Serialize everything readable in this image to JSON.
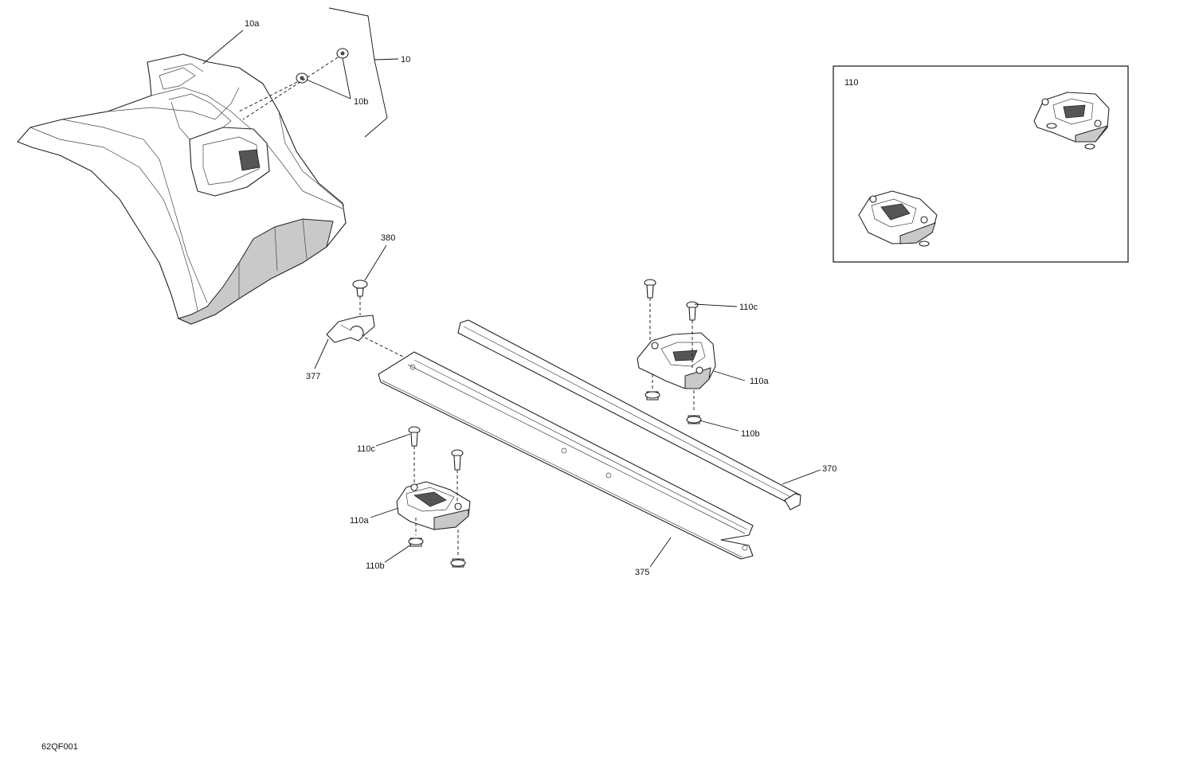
{
  "drawing_code": "62QF001",
  "callouts": {
    "c10": "10",
    "c10a": "10a",
    "c10b": "10b",
    "c110_inset": "110",
    "c110a_right": "110a",
    "c110b_right": "110b",
    "c110c_right": "110c",
    "c110a_left": "110a",
    "c110b_left": "110b",
    "c110c_left": "110c",
    "c370": "370",
    "c375": "375",
    "c377": "377",
    "c380": "380"
  }
}
